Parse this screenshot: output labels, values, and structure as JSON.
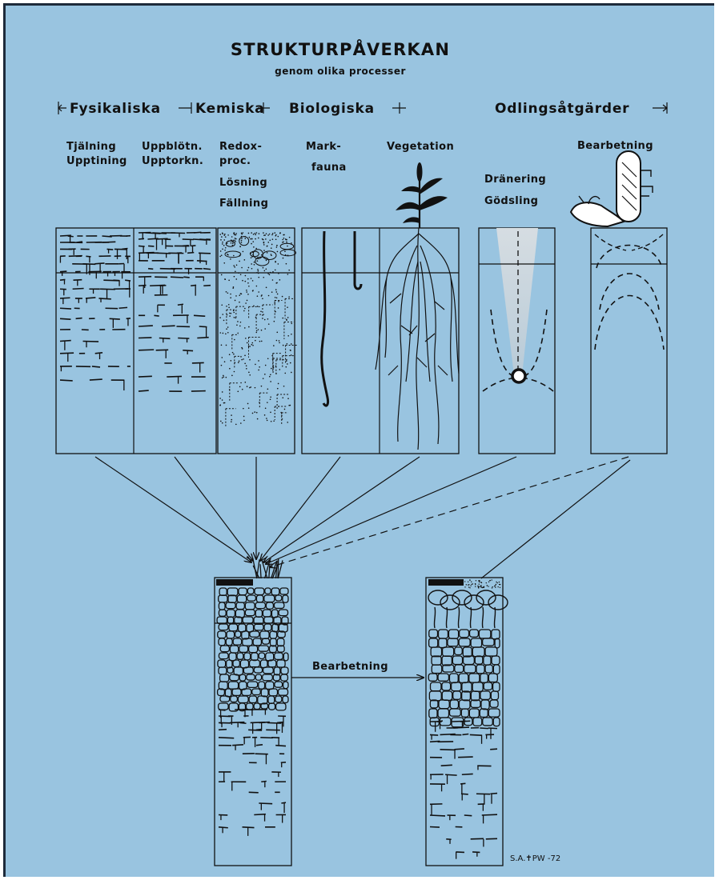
{
  "title": "STRUKTURPÅVERKAN",
  "subtitle": "genom olika processer",
  "categories": {
    "fysikaliska": "Fysikaliska",
    "kemiska": "Kemiska",
    "biologiska": "Biologiska",
    "odlingsatgarder": "Odlingsåtgärder"
  },
  "processes": {
    "tjalning": "Tjälning",
    "upptining": "Upptining",
    "uppblotn": "Uppblötn.",
    "upptorkn": "Upptorkn.",
    "redox": "Redox-",
    "proc": "proc.",
    "losning": "Lösning",
    "fallning": "Fällning",
    "markfauna_1": "Mark-",
    "markfauna_2": "fauna",
    "vegetation": "Vegetation",
    "dranering": "Dränering",
    "godsling": "Gödsling",
    "bearbetning_top": "Bearbetning"
  },
  "arrow_label": "Bearbetning",
  "signature": "S.A.✝PW -72",
  "colors": {
    "background": "#99c4e0",
    "ink": "#111111",
    "shaded": "#c9d6df"
  }
}
